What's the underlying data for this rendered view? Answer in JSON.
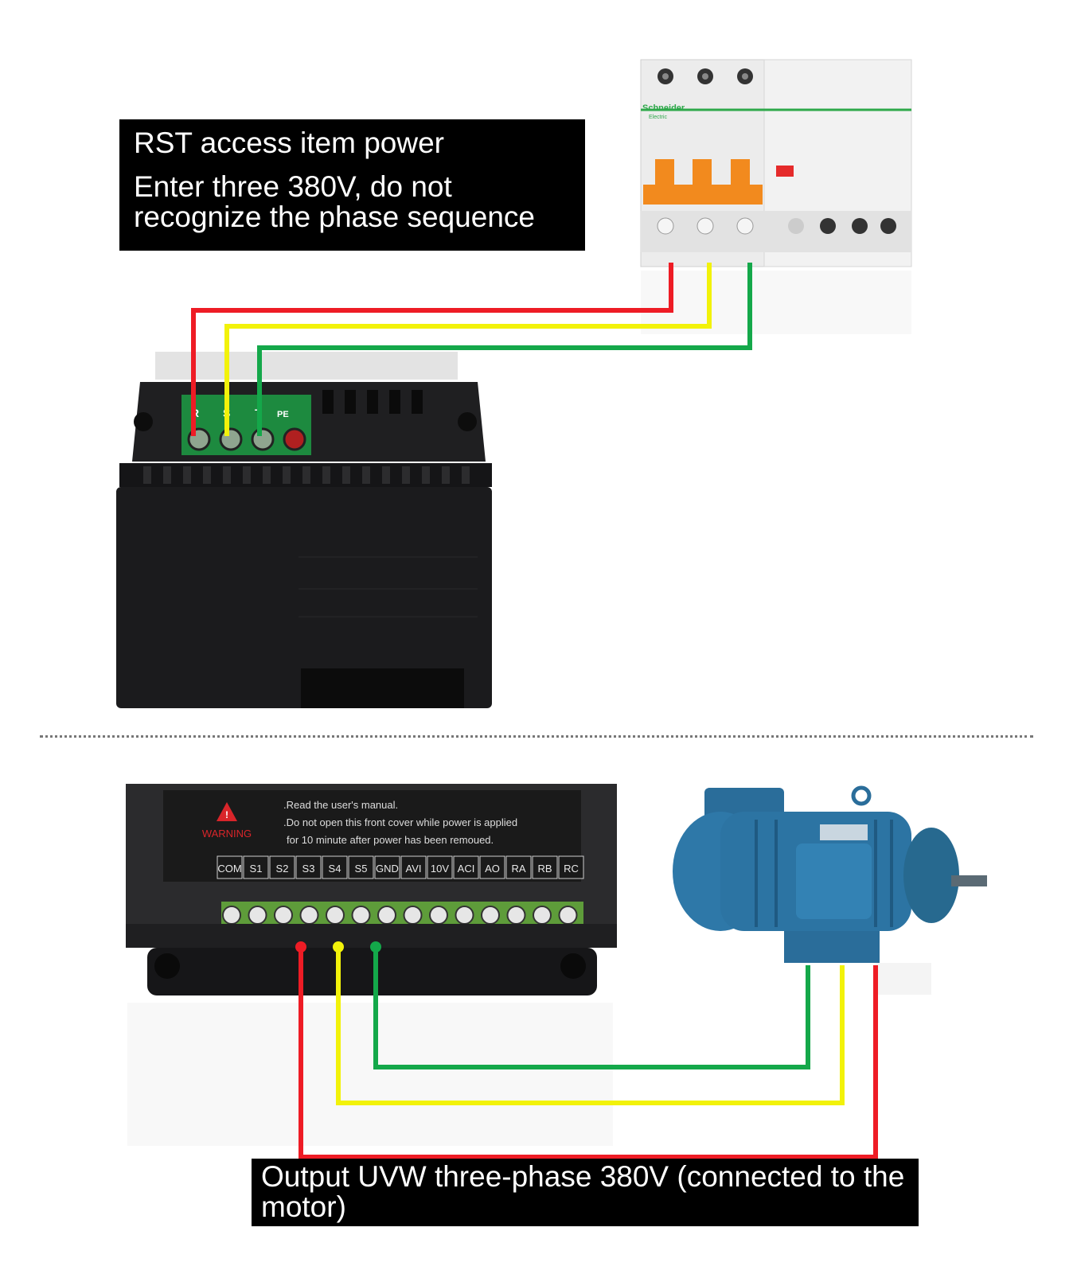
{
  "top_label": {
    "line1": "RST access item power",
    "line2": "Enter three 380V, do not recognize the phase sequence"
  },
  "bottom_label": {
    "text": "Output UVW three-phase 380V (connected to the motor)"
  },
  "breaker": {
    "brand": "Schneider",
    "brand_sub": "Electric"
  },
  "input_terminals": [
    "R",
    "S",
    "T",
    "PE"
  ],
  "control_panel": {
    "warning_label": "WARNING",
    "warning_lines": [
      ".Read the user's manual.",
      ".Do not open this front cover while power is applied",
      "for 10 minute after power has been remoued."
    ],
    "terminals": [
      "COM",
      "S1",
      "S2",
      "S3",
      "S4",
      "S5",
      "GND",
      "AVI",
      "10V",
      "ACI",
      "AO",
      "RA",
      "RB",
      "RC"
    ]
  },
  "wire_colors": {
    "red": "#ee1c25",
    "yellow": "#f2f20a",
    "green": "#14a84a"
  }
}
